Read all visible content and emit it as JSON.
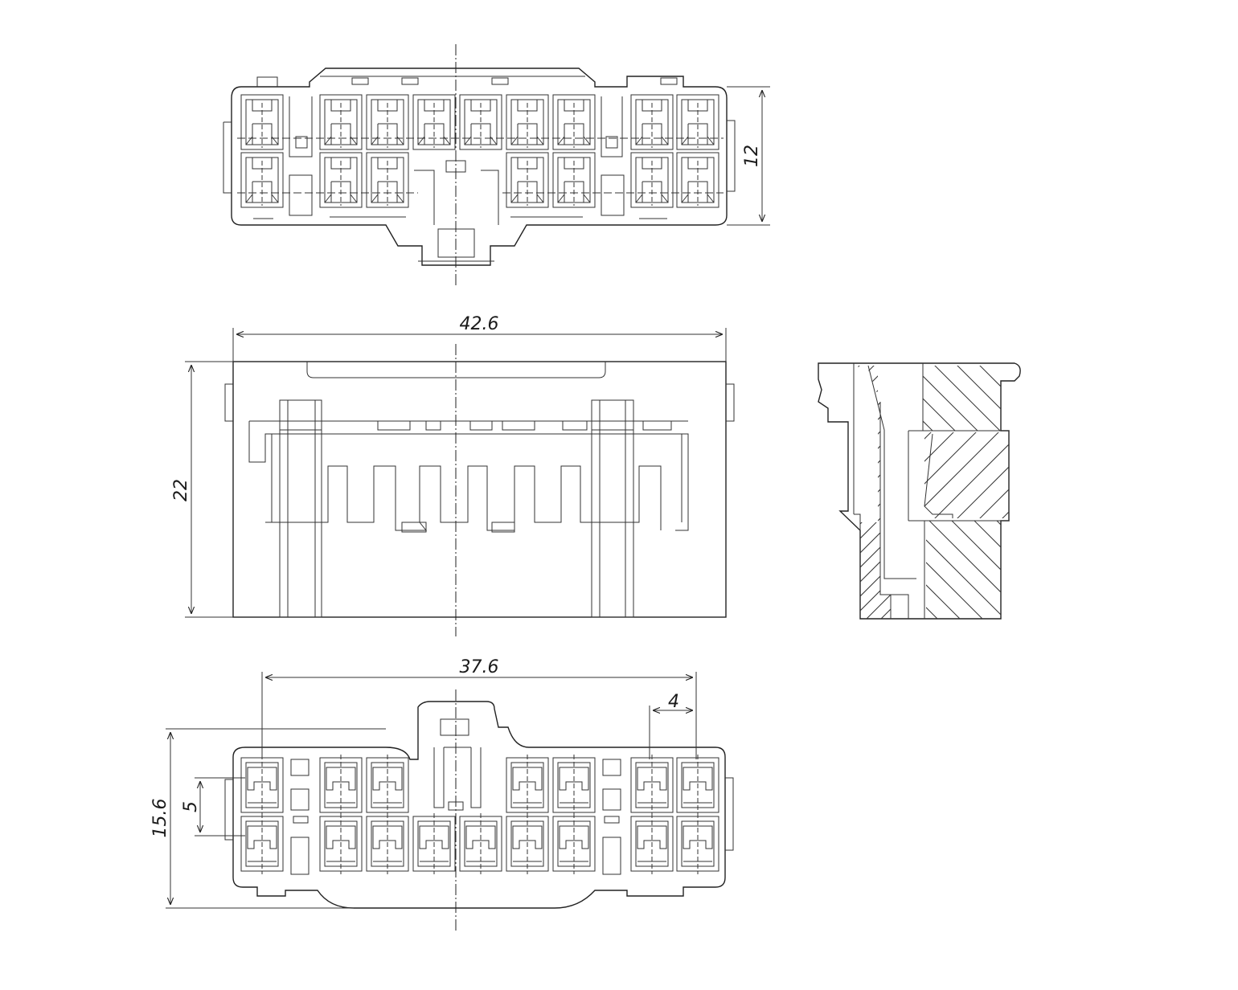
{
  "drawing": {
    "dimensions": {
      "top_height": "12",
      "front_width": "42.6",
      "front_height": "22",
      "bottom_span": "37.6",
      "pitch": "4",
      "row_pitch": "5",
      "bottom_height": "15.6"
    },
    "colors": {
      "line": "#222222",
      "background": "#ffffff"
    }
  }
}
